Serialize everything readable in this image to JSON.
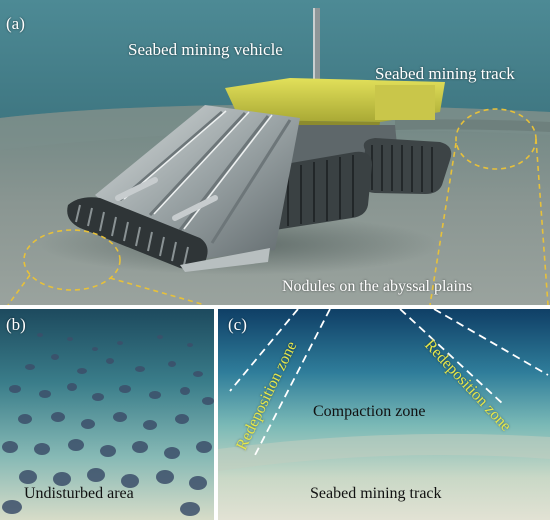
{
  "panel_a": {
    "label": "(a)",
    "vehicle_label": "Seabed  mining vehicle",
    "track_label": "Seabed mining track",
    "nodules_label": "Nodules on the abyssal plains"
  },
  "panel_b": {
    "label": "(b)",
    "caption": "Undisturbed area"
  },
  "panel_c": {
    "label": "(c)",
    "left_zone": "Redeposition zone",
    "right_zone": "Redeposition zone",
    "center_zone": "Compaction zone",
    "caption": "Seabed mining track"
  },
  "colors": {
    "water": "#3f7a86",
    "sediment": "#8f9a95",
    "callout": "#e7c13a",
    "zone_text": "#e6e64a",
    "vehicle_yellow": "#d8d340"
  }
}
